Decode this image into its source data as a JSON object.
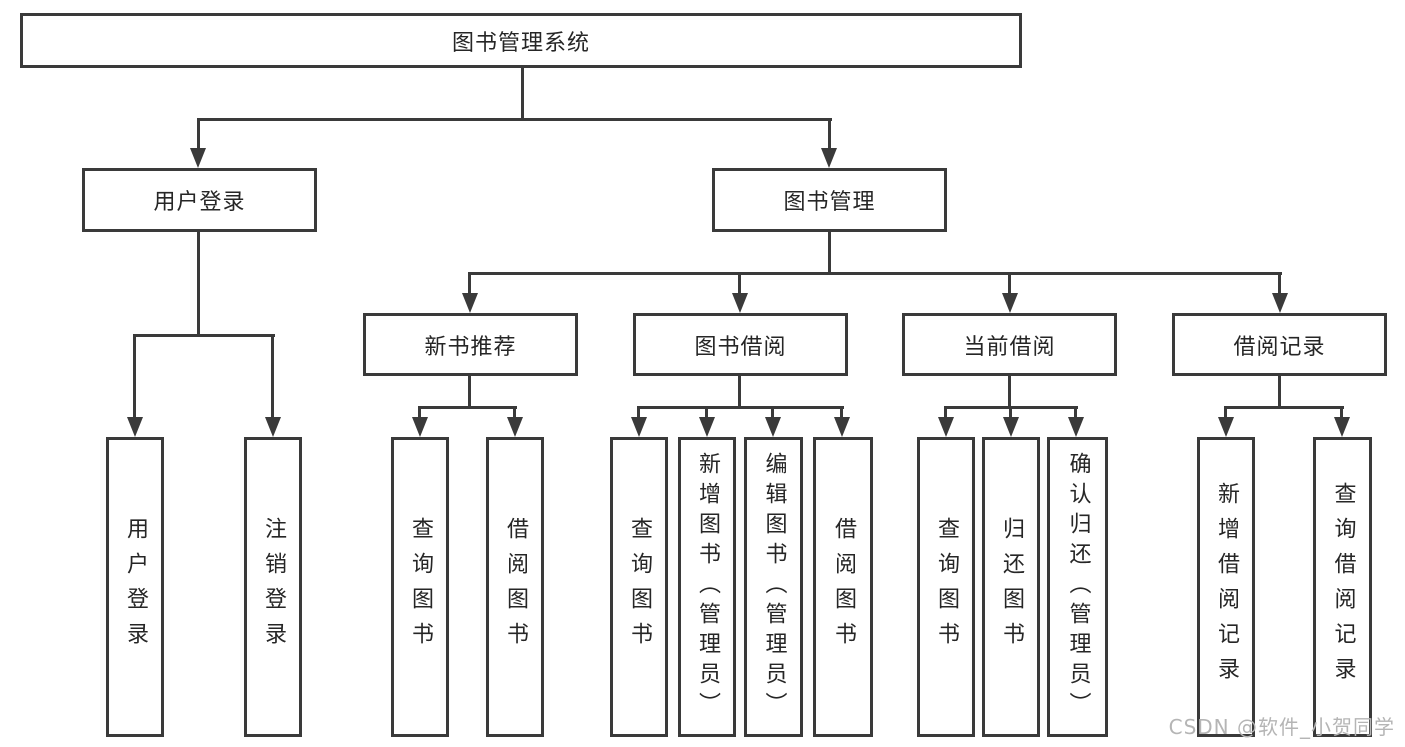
{
  "colors": {
    "line": "#3a3a3a",
    "text": "#262626",
    "watermark_text": "#b5b5b5",
    "background": "#ffffff"
  },
  "watermark": "CSDN @软件_小贺同学",
  "tree": {
    "root": {
      "label": "图书管理系统"
    },
    "branches": [
      {
        "label": "用户登录",
        "children": [
          {
            "label": "用户登录"
          },
          {
            "label": "注销登录"
          }
        ]
      },
      {
        "label": "图书管理",
        "children": [
          {
            "label": "新书推荐",
            "children": [
              {
                "label": "查询图书"
              },
              {
                "label": "借阅图书"
              }
            ]
          },
          {
            "label": "图书借阅",
            "children": [
              {
                "label": "查询图书"
              },
              {
                "label": "新增图书（管理员）"
              },
              {
                "label": "编辑图书（管理员）"
              },
              {
                "label": "借阅图书"
              }
            ]
          },
          {
            "label": "当前借阅",
            "children": [
              {
                "label": "查询图书"
              },
              {
                "label": "归还图书"
              },
              {
                "label": "确认归还（管理员）"
              }
            ]
          },
          {
            "label": "借阅记录",
            "children": [
              {
                "label": "新增借阅记录"
              },
              {
                "label": "查询借阅记录"
              }
            ]
          }
        ]
      }
    ]
  }
}
